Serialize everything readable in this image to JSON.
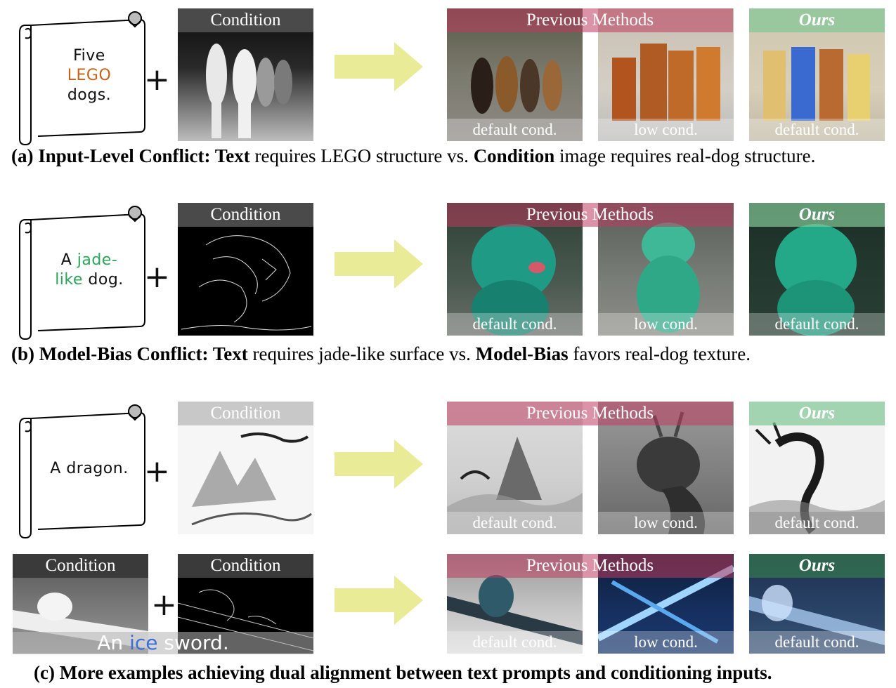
{
  "rows": [
    {
      "prompt_lines": [
        [
          {
            "text": "Five",
            "color": "#111111"
          }
        ],
        [
          {
            "text": "LEGO",
            "color": "#c8611a"
          }
        ],
        [
          {
            "text": "dogs.",
            "color": "#111111"
          }
        ]
      ],
      "condition_label": "Condition",
      "previous_label": "Previous Methods",
      "ours_label": "Ours",
      "footers": [
        "default cond.",
        "low cond.",
        "default cond."
      ],
      "caption": {
        "label": "(a) Input-Level Conflict:",
        "parts": [
          {
            "text": "Text",
            "bold": true
          },
          {
            "text": " requires LEGO structure vs. ",
            "bold": false
          },
          {
            "text": "Condition",
            "bold": true
          },
          {
            "text": " image requires real-dog structure.",
            "bold": false
          }
        ]
      }
    },
    {
      "prompt_lines": [
        [
          {
            "text": "A ",
            "color": "#111111"
          },
          {
            "text": "jade-",
            "color": "#2aa55a"
          }
        ],
        [
          {
            "text": "like",
            "color": "#2aa55a"
          },
          {
            "text": " dog.",
            "color": "#111111"
          }
        ]
      ],
      "condition_label": "Condition",
      "previous_label": "Previous Methods",
      "ours_label": "Ours",
      "footers": [
        "default cond.",
        "low cond.",
        "default cond."
      ],
      "caption": {
        "label": "(b) Model-Bias Conflict:",
        "parts": [
          {
            "text": "Text",
            "bold": true
          },
          {
            "text": " requires jade-like surface vs. ",
            "bold": false
          },
          {
            "text": "Model-Bias",
            "bold": true
          },
          {
            "text": " favors real-dog texture.",
            "bold": false
          }
        ]
      }
    },
    {
      "prompt_lines": [
        [
          {
            "text": "A dragon.",
            "color": "#111111"
          }
        ]
      ],
      "condition_label": "Condition",
      "previous_label": "Previous Methods",
      "ours_label": "Ours",
      "footers": [
        "default cond.",
        "low cond.",
        "default cond."
      ]
    },
    {
      "condition_labels": [
        "Condition",
        "Condition"
      ],
      "prompt_inline": [
        {
          "text": "An ",
          "color": "#ffffff"
        },
        {
          "text": "ice",
          "color": "#3b6fd8"
        },
        {
          "text": " sword.",
          "color": "#ffffff"
        }
      ],
      "previous_label": "Previous Methods",
      "ours_label": "Ours",
      "footers": [
        "default cond.",
        "low cond.",
        "default cond."
      ],
      "caption": {
        "label": "(c) More examples achieving dual alignment between text prompts and conditioning inputs.",
        "parts": []
      }
    }
  ],
  "colors": {
    "arrow": "#e9eb96",
    "previous_band": "#be3c5f",
    "ours_band": "#82c896"
  }
}
